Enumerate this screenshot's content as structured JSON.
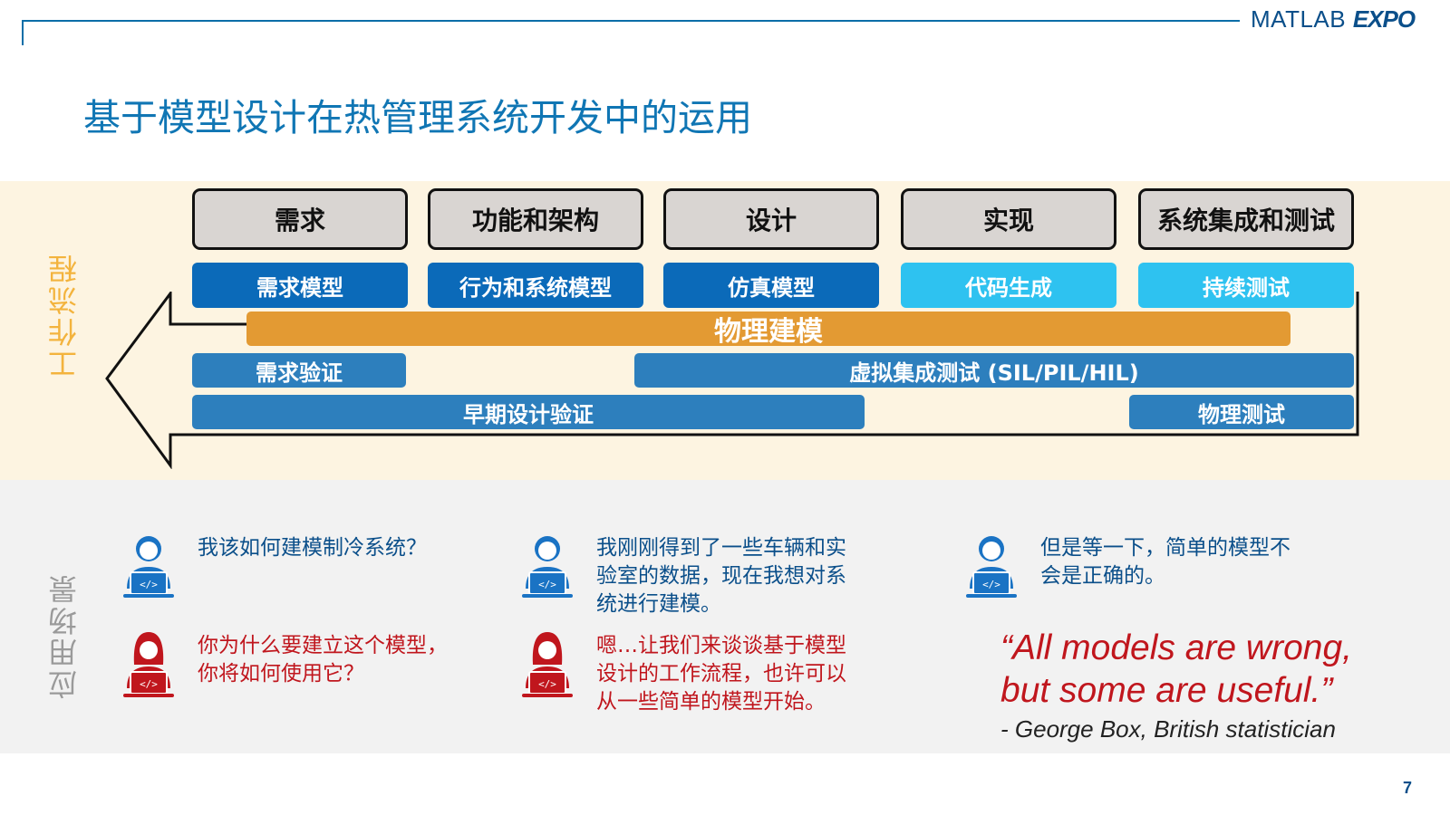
{
  "header": {
    "brand_matlab": "MATLAB",
    "brand_expo": "EXPO",
    "title": "基于模型设计在热管理系统开发中的运用"
  },
  "workflow": {
    "label": "工作流程",
    "stages": [
      "需求",
      "功能和架构",
      "设计",
      "实现",
      "系统集成和测试"
    ],
    "models": [
      {
        "label": "需求模型",
        "color": "#0b6ab9"
      },
      {
        "label": "行为和系统模型",
        "color": "#0b6ab9"
      },
      {
        "label": "仿真模型",
        "color": "#0b6ab9"
      },
      {
        "label": "代码生成",
        "color": "#2ec2f0"
      },
      {
        "label": "持续测试",
        "color": "#2ec2f0"
      }
    ],
    "physical_modeling": "物理建模",
    "requirements_verification": "需求验证",
    "virtual_integration_test": "虚拟集成测试 (SIL/PIL/HIL)",
    "early_design_verification": "早期设计验证",
    "physical_test": "物理测试"
  },
  "scenario": {
    "label": "应用场景",
    "dialogs": [
      {
        "speaker": "blue",
        "lines": [
          "我该如何建模制冷系统？"
        ]
      },
      {
        "speaker": "red",
        "lines": [
          "你为什么要建立这个模型，",
          "你将如何使用它？"
        ]
      },
      {
        "speaker": "blue",
        "lines": [
          "我刚刚得到了一些车辆和实",
          "验室的数据，现在我想对系",
          "统进行建模。"
        ]
      },
      {
        "speaker": "red",
        "lines": [
          "嗯…让我们来谈谈基于模型",
          "设计的工作流程，也许可以",
          "从一些简单的模型开始。"
        ]
      },
      {
        "speaker": "blue",
        "lines": [
          "但是等一下，简单的模型不",
          "会是正确的。"
        ]
      }
    ],
    "quote_line1": "“All models are wrong,",
    "quote_line2": "but some are useful.”",
    "attribution": "- George Box, British statistician"
  },
  "page_number": "7",
  "icons": {
    "person": "developer-person-icon",
    "code": "code-icon"
  },
  "colors": {
    "accent_blue": "#1076b4",
    "accent_red": "#c0161d",
    "orange": "#e39a33",
    "workflow_bg": "#fdf4e1"
  }
}
